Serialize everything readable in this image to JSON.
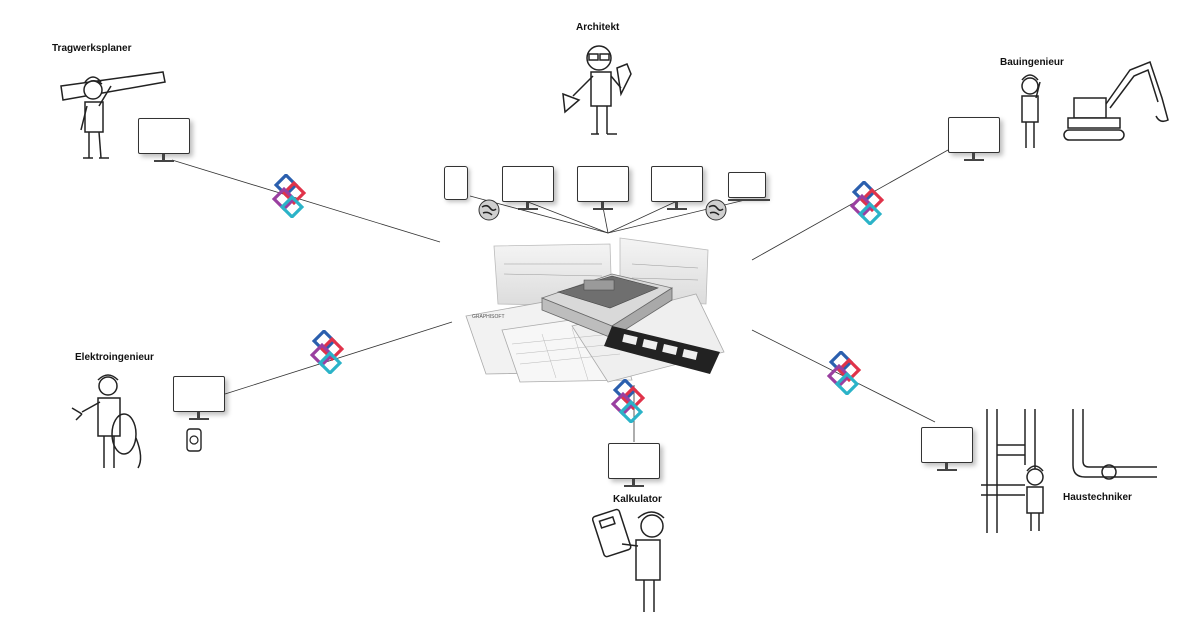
{
  "roles": {
    "tragwerksplaner": "Tragwerksplaner",
    "architekt": "Architekt",
    "bauingenieur": "Bauingenieur",
    "elektroingenieur": "Elektroingenieur",
    "kalkulator": "Kalkulator",
    "haustechniker": "Haustechniker"
  },
  "center": {
    "doc_label": "GRAPHISOFT"
  },
  "icons": {
    "exchange_logo": "ifc-logo-icon",
    "monitor": "monitor-icon",
    "tablet": "tablet-icon",
    "globe": "globe-icon"
  },
  "colors": {
    "logo_blue": "#2b5fae",
    "logo_red": "#e0334a",
    "logo_purple": "#9a3fa0",
    "logo_cyan": "#2bb3c8"
  }
}
